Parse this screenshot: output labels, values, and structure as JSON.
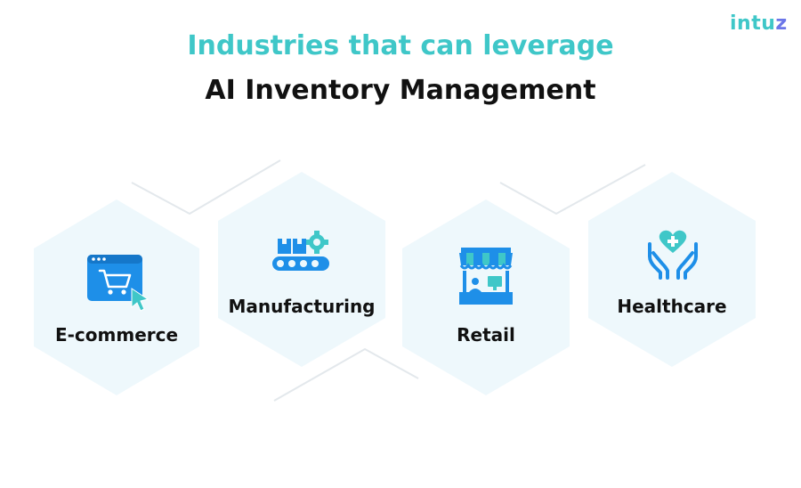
{
  "brand": {
    "logo_main": "intu",
    "logo_tail": "z"
  },
  "header": {
    "line1": "Industries that can leverage",
    "line2": "AI Inventory Management"
  },
  "industries": [
    {
      "label": "E-commerce",
      "icon": "shopping-cart-browser-icon"
    },
    {
      "label": "Manufacturing",
      "icon": "conveyor-gear-icon"
    },
    {
      "label": "Retail",
      "icon": "storefront-icon"
    },
    {
      "label": "Healthcare",
      "icon": "heart-hands-icon"
    }
  ],
  "colors": {
    "accent": "#3fc7c8",
    "icon_blue": "#1e8fe8",
    "hex_fill": "#eef8fc",
    "logo_z": "#6b76e8"
  }
}
